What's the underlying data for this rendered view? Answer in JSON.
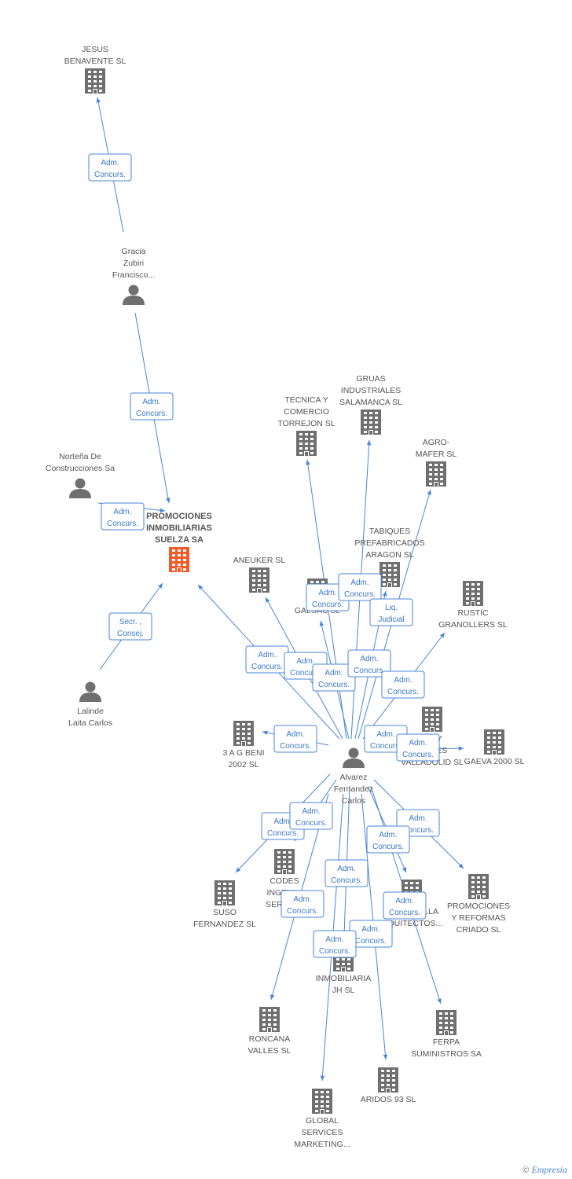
{
  "colors": {
    "accent": "#4a86d6",
    "node": "#6f6f6f",
    "main": "#f15a29"
  },
  "nodes": [
    {
      "id": "jesus",
      "type": "company",
      "label": [
        "JESUS",
        "BENAVENTE SL"
      ]
    },
    {
      "id": "gracia",
      "type": "person",
      "label": [
        "Gracia",
        "Zubiri",
        "Francisco..."
      ]
    },
    {
      "id": "nortena",
      "type": "person",
      "label": [
        "Norteña De",
        "Construcciones Sa"
      ]
    },
    {
      "id": "promo",
      "type": "company",
      "main": true,
      "label": [
        "PROMOCIONES",
        "INMOBILIARIAS",
        "SUELZA SA"
      ]
    },
    {
      "id": "lalinde",
      "type": "person",
      "label": [
        "Lalinde",
        "Laita Carlos"
      ]
    },
    {
      "id": "tecnica",
      "type": "company",
      "label": [
        "TECNICA Y",
        "COMERCIO",
        "TORREJON SL"
      ]
    },
    {
      "id": "gruas",
      "type": "company",
      "label": [
        "GRUAS",
        "INDUSTRIALES",
        "SALAMANCA SL"
      ]
    },
    {
      "id": "agro",
      "type": "company",
      "label": [
        "AGRO-",
        "MAFER SL"
      ]
    },
    {
      "id": "tabiques",
      "type": "company",
      "label": [
        "TABIQUES",
        "PREFABRICADOS",
        "ARAGON SL"
      ]
    },
    {
      "id": "aneuker",
      "type": "company",
      "label": [
        "ANEUKER SL"
      ]
    },
    {
      "id": "galsac",
      "type": "company",
      "label": [
        "GALSAC SL"
      ]
    },
    {
      "id": "rustic",
      "type": "company",
      "label": [
        "RUSTIC",
        "GRANOLLERS SL"
      ]
    },
    {
      "id": "agbeni",
      "type": "company",
      "label": [
        "3 A G BENI",
        "2002 SL"
      ]
    },
    {
      "id": "alvarez",
      "type": "person",
      "label": [
        "Alvarez",
        "Fernandez",
        "Carlos"
      ]
    },
    {
      "id": "valladolid",
      "type": "company",
      "label": [
        "...S Y",
        "...ONES",
        "VALLADOLID SL"
      ]
    },
    {
      "id": "gaeva",
      "type": "company",
      "label": [
        "GAEVA 2000 SL"
      ]
    },
    {
      "id": "suso",
      "type": "company",
      "label": [
        "SUSO",
        "FERNANDEZ SL"
      ]
    },
    {
      "id": "codes",
      "type": "company",
      "label": [
        "CODES",
        "INGENI...",
        "SERVIC..."
      ]
    },
    {
      "id": "criado",
      "type": "company",
      "label": [
        "PROMOCIONES",
        "Y REFORMAS",
        "CRIADO SL"
      ]
    },
    {
      "id": "barquilla",
      "type": "company",
      "label": [
        "...BARQUILLA",
        "...QUITECTOS..."
      ]
    },
    {
      "id": "inmojh",
      "type": "company",
      "label": [
        "INMOBILIARIA",
        "JH SL"
      ]
    },
    {
      "id": "roncana",
      "type": "company",
      "label": [
        "RONCANA",
        "VALLES SL"
      ]
    },
    {
      "id": "ferpa",
      "type": "company",
      "label": [
        "FERPA",
        "SUMINISTROS SA"
      ]
    },
    {
      "id": "aridos",
      "type": "company",
      "label": [
        "ARIDOS 93 SL"
      ]
    },
    {
      "id": "global",
      "type": "company",
      "label": [
        "GLOBAL",
        "SERVICES",
        "MARKETING..."
      ]
    }
  ],
  "edges": [
    {
      "from": "gracia",
      "to": "jesus",
      "label": [
        "Adm.",
        "Concurs."
      ]
    },
    {
      "from": "gracia",
      "to": "promo",
      "label": [
        "Adm.",
        "Concurs."
      ]
    },
    {
      "from": "nortena",
      "to": "promo",
      "label": [
        "Adm.",
        "Concurs."
      ]
    },
    {
      "from": "lalinde",
      "to": "promo",
      "label": [
        "Secr. ,",
        "Consej."
      ]
    },
    {
      "from": "alvarez",
      "to": "promo",
      "label": [
        "Adm.",
        "Concurs."
      ]
    },
    {
      "from": "alvarez",
      "to": "aneuker",
      "label": [
        "Adm.",
        "Concurs."
      ]
    },
    {
      "from": "alvarez",
      "to": "tecnica",
      "label": [
        "Adm.",
        "Concurs."
      ]
    },
    {
      "from": "alvarez",
      "to": "galsac",
      "label": [
        "Adm.",
        "Concurs."
      ]
    },
    {
      "from": "alvarez",
      "to": "gruas",
      "label": [
        "Adm.",
        "Concurs."
      ]
    },
    {
      "from": "alvarez",
      "to": "tabiques",
      "label": [
        "Adm.",
        "Concurs."
      ]
    },
    {
      "from": "alvarez",
      "to": "agro",
      "label": [
        "Liq.",
        "Judicial"
      ]
    },
    {
      "from": "alvarez",
      "to": "rustic",
      "label": [
        "Adm.",
        "Concurs."
      ]
    },
    {
      "from": "alvarez",
      "to": "agbeni",
      "label": [
        "Adm.",
        "Concurs."
      ]
    },
    {
      "from": "alvarez",
      "to": "valladolid",
      "label": [
        "Adm.",
        "Concurs."
      ]
    },
    {
      "from": "alvarez",
      "to": "gaeva",
      "label": [
        "Adm.",
        "Concurs."
      ]
    },
    {
      "from": "alvarez",
      "to": "suso",
      "label": [
        "Adm.",
        "Concurs."
      ]
    },
    {
      "from": "alvarez",
      "to": "codes",
      "label": [
        "Adm.",
        "Concurs."
      ]
    },
    {
      "from": "alvarez",
      "to": "criado",
      "label": [
        "Adm.",
        "Concurs."
      ]
    },
    {
      "from": "alvarez",
      "to": "barquilla",
      "label": [
        "Adm.",
        "Concurs."
      ]
    },
    {
      "from": "alvarez",
      "to": "inmojh",
      "label": [
        "Adm.",
        "Concurs."
      ]
    },
    {
      "from": "alvarez",
      "to": "roncana",
      "label": [
        "Adm.",
        "Concurs."
      ]
    },
    {
      "from": "alvarez",
      "to": "ferpa",
      "label": [
        "Adm.",
        "Concurs."
      ]
    },
    {
      "from": "alvarez",
      "to": "aridos",
      "label": [
        "Adm.",
        "Concurs."
      ]
    },
    {
      "from": "alvarez",
      "to": "global",
      "label": [
        "Adm.",
        "Concurs."
      ]
    }
  ],
  "footer": {
    "copyright": "©",
    "brand": "Empresia"
  }
}
